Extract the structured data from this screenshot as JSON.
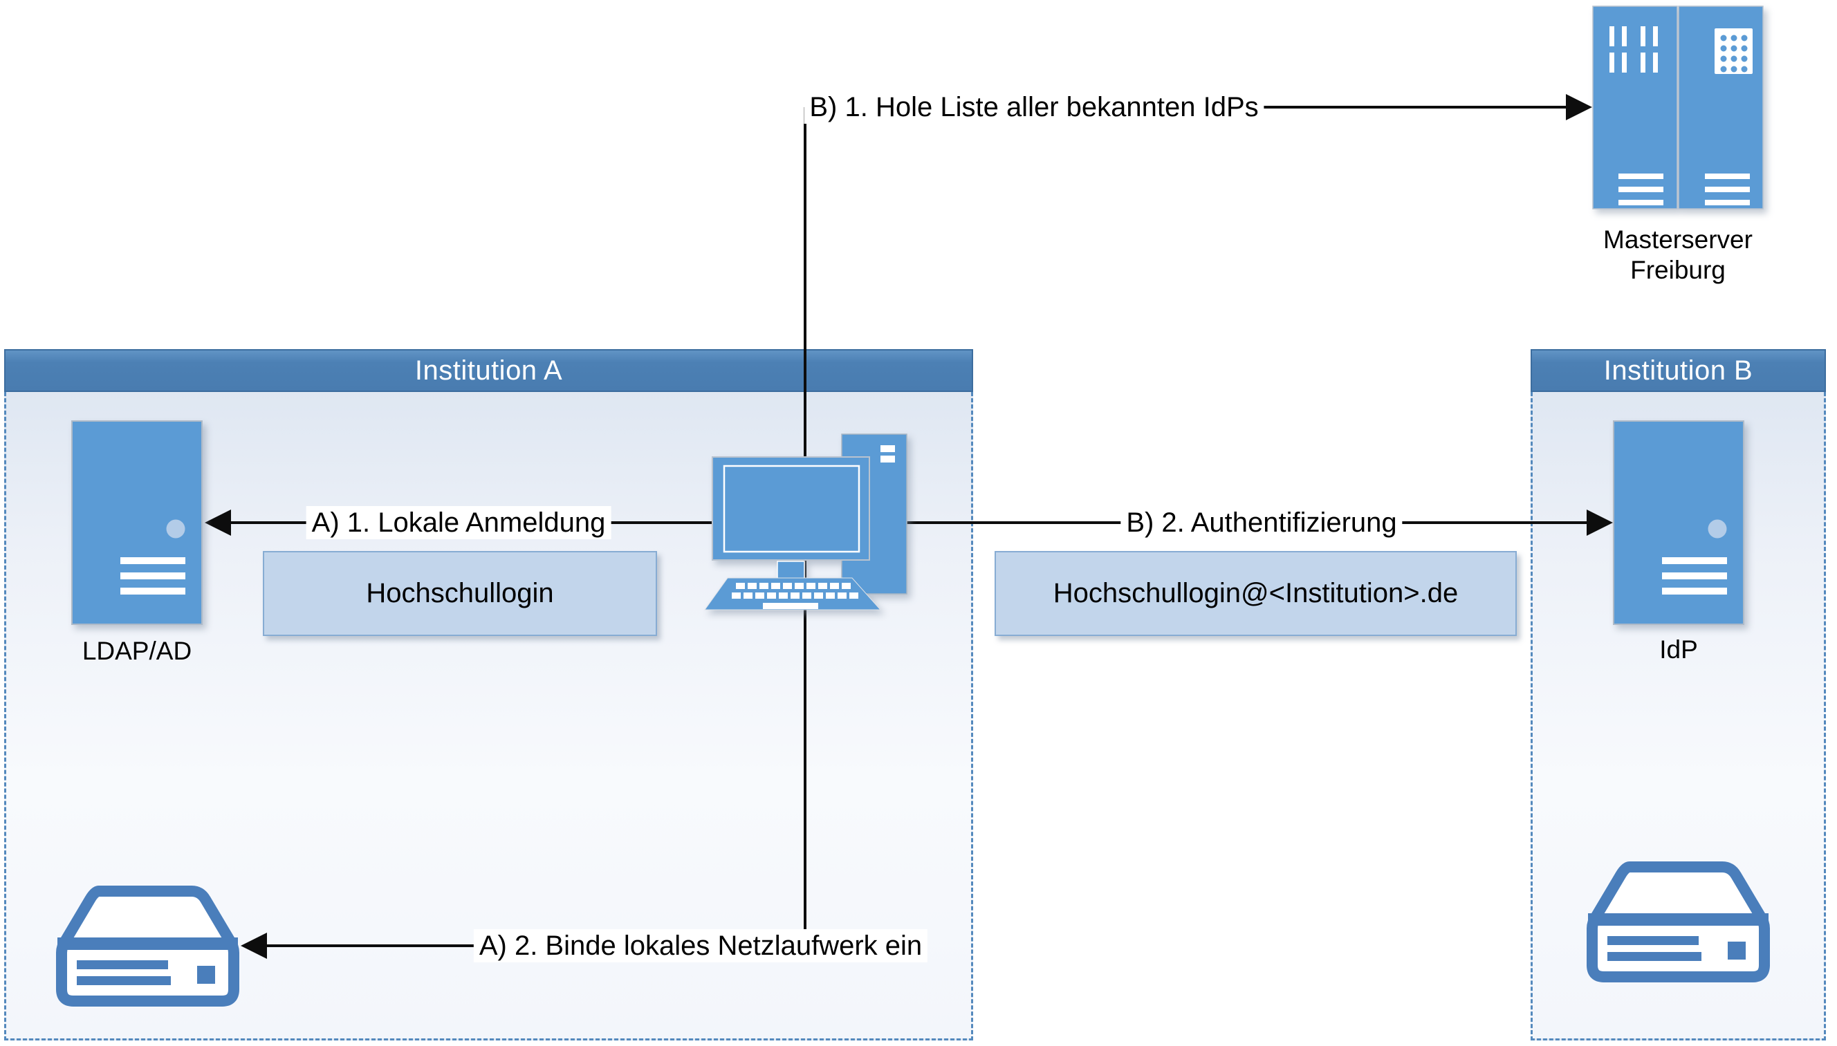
{
  "institutions": {
    "a": {
      "title": "Institution A"
    },
    "b": {
      "title": "Institution B"
    }
  },
  "nodes": {
    "masterserver": {
      "label": "Masterserver\nFreiburg"
    },
    "ldap": {
      "label": "LDAP/AD"
    },
    "idp": {
      "label": "IdP"
    }
  },
  "connections": {
    "b1": {
      "label": "B) 1. Hole Liste aller bekannten IdPs"
    },
    "a1": {
      "label": "A) 1. Lokale Anmeldung"
    },
    "b2": {
      "label": "B) 2. Authentifizierung"
    },
    "a2": {
      "label": "A) 2. Binde lokales Netzlaufwerk ein"
    }
  },
  "callouts": {
    "login": {
      "text": "Hochschullogin"
    },
    "federated": {
      "text": "Hochschullogin@<Institution>.de"
    }
  },
  "colors": {
    "icon_blue": "#5b9bd5",
    "drive_outline_blue": "#4a7ebb",
    "header_blue": "#4c80b4",
    "callout_fill": "#c2d5eb",
    "callout_border": "#87acd3",
    "dashed_border_blue": "#5489bd",
    "connector_black": "#0d0d0d"
  }
}
